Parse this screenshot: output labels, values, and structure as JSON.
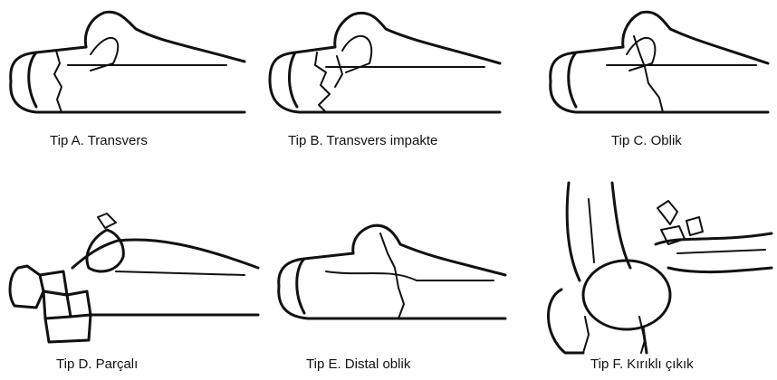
{
  "figure": {
    "panels": [
      {
        "caption": "Tip A. Transvers"
      },
      {
        "caption": "Tip B. Transvers impakte"
      },
      {
        "caption": "Tip C. Oblik"
      },
      {
        "caption": "Tip D. Parçalı"
      },
      {
        "caption": "Tip E. Distal oblik"
      },
      {
        "caption": "Tip F. Kırıklı çıkık"
      }
    ]
  }
}
